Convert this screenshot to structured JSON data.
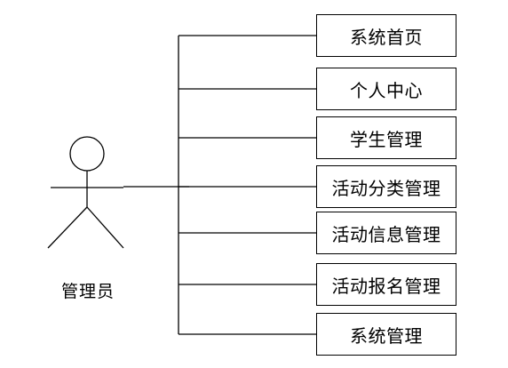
{
  "actor": {
    "label": "管理员"
  },
  "use_cases": [
    "系统首页",
    "个人中心",
    "学生管理",
    "活动分类管理",
    "活动信息管理",
    "活动报名管理",
    "系统管理"
  ]
}
